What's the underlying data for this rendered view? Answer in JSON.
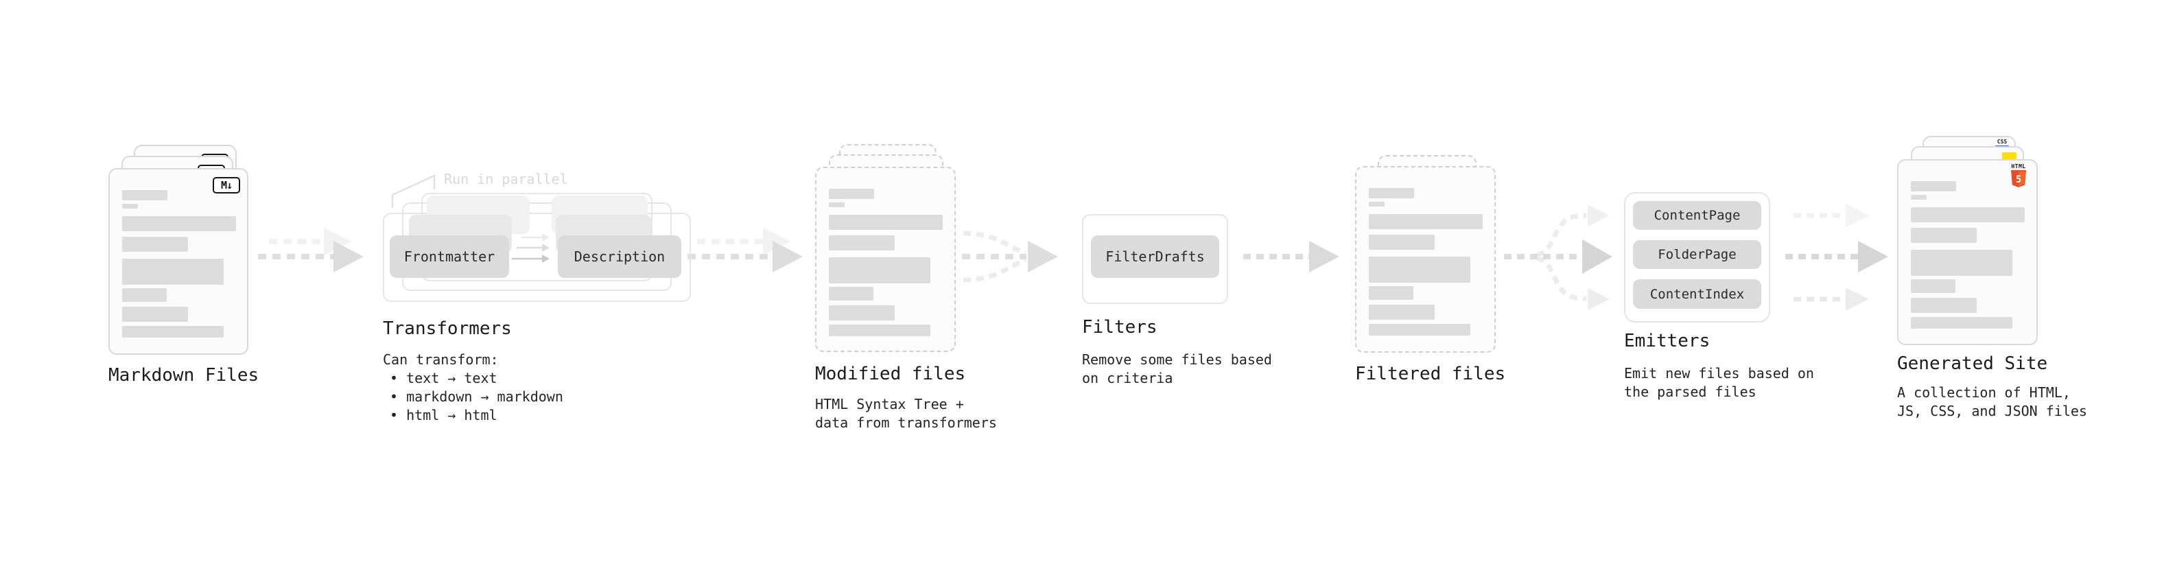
{
  "diagram": {
    "markdown_files": {
      "label": "Markdown Files",
      "badge": "M↓"
    },
    "transformers": {
      "note": "Run in parallel",
      "boxes": [
        "Frontmatter",
        "Description"
      ],
      "label": "Transformers",
      "desc_title": "Can transform:",
      "bullets": [
        "• text → text",
        "• markdown → markdown",
        "• html → html"
      ]
    },
    "modified_files": {
      "label": "Modified files",
      "desc": "HTML Syntax Tree +\ndata from transformers"
    },
    "filters": {
      "boxes": [
        "FilterDrafts"
      ],
      "label": "Filters",
      "desc": "Remove some files based\non criteria"
    },
    "filtered_files": {
      "label": "Filtered files"
    },
    "emitters": {
      "boxes": [
        "ContentPage",
        "FolderPage",
        "ContentIndex"
      ],
      "label": "Emitters",
      "desc": "Emit new files based on\nthe parsed files"
    },
    "generated_site": {
      "label": "Generated Site",
      "desc": "A collection of HTML,\nJS, CSS, and JSON files",
      "badges": {
        "css_label": "CSS",
        "html_label": "HTML",
        "html_number": "5"
      }
    }
  },
  "colors": {
    "text": "#1c1c1e",
    "card_border": "#d9d9d9",
    "dashed_border": "#cfcfcf",
    "placeholder_bar": "#dcdcdc",
    "button_fill": "#dbdbdb",
    "frame_border": "#e5e5e5",
    "arrow_gray": "#dcdcdc",
    "note_gray": "#d8d8d8",
    "accent_blue": "#2f6bf2",
    "accent_yellow": "#ffdf00",
    "accent_orange": "#e44d26",
    "accent_orange_light": "#f16529"
  }
}
